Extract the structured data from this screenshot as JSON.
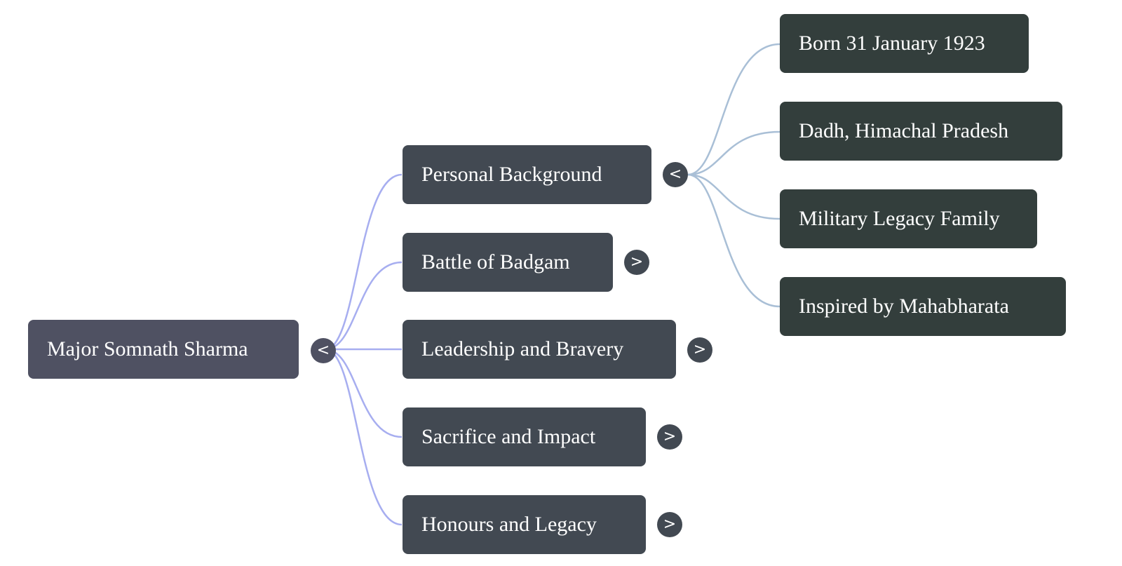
{
  "colors": {
    "root_bg": "#4f5162",
    "mid_bg": "#424952",
    "leaf_bg": "#333e3c",
    "link_root": "#a7aef0",
    "link_branch": "#a9bfd6",
    "text": "#ffffff"
  },
  "root": {
    "label": "Major Somnath Sharma",
    "toggle": "<",
    "expanded": true
  },
  "branches": [
    {
      "label": "Personal Background",
      "toggle": "<",
      "expanded": true,
      "children": [
        {
          "label": "Born 31 January 1923"
        },
        {
          "label": "Dadh, Himachal Pradesh"
        },
        {
          "label": "Military Legacy Family"
        },
        {
          "label": "Inspired by Mahabharata"
        }
      ]
    },
    {
      "label": "Battle of Badgam",
      "toggle": ">",
      "expanded": false
    },
    {
      "label": "Leadership and Bravery",
      "toggle": ">",
      "expanded": false
    },
    {
      "label": "Sacrifice and Impact",
      "toggle": ">",
      "expanded": false
    },
    {
      "label": "Honours and Legacy",
      "toggle": ">",
      "expanded": false
    }
  ]
}
